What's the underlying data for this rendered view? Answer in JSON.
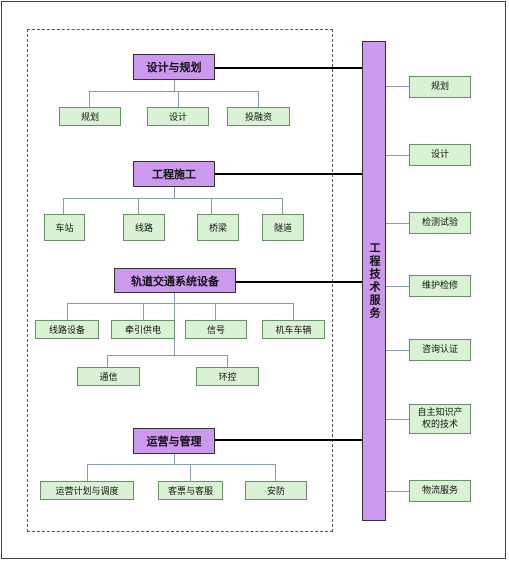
{
  "groups": {
    "design": {
      "title": "设计与规划",
      "items": [
        "规划",
        "设计",
        "投融资"
      ]
    },
    "construction": {
      "title": "工程施工",
      "items": [
        "车站",
        "线路",
        "桥梁",
        "隧道"
      ]
    },
    "systems": {
      "title": "轨道交通系统设备",
      "items": [
        "线路设备",
        "牵引供电",
        "信号",
        "机车车辆",
        "通信",
        "环控"
      ]
    },
    "operation": {
      "title": "运营与管理",
      "items": [
        "运营计划与调度",
        "客票与客服",
        "安防"
      ]
    }
  },
  "service_bar": {
    "title": "工程技术服务"
  },
  "services": [
    "规划",
    "设计",
    "检测试验",
    "维护检修",
    "咨询认证",
    "自主知识产权的技术",
    "物流服务"
  ]
}
